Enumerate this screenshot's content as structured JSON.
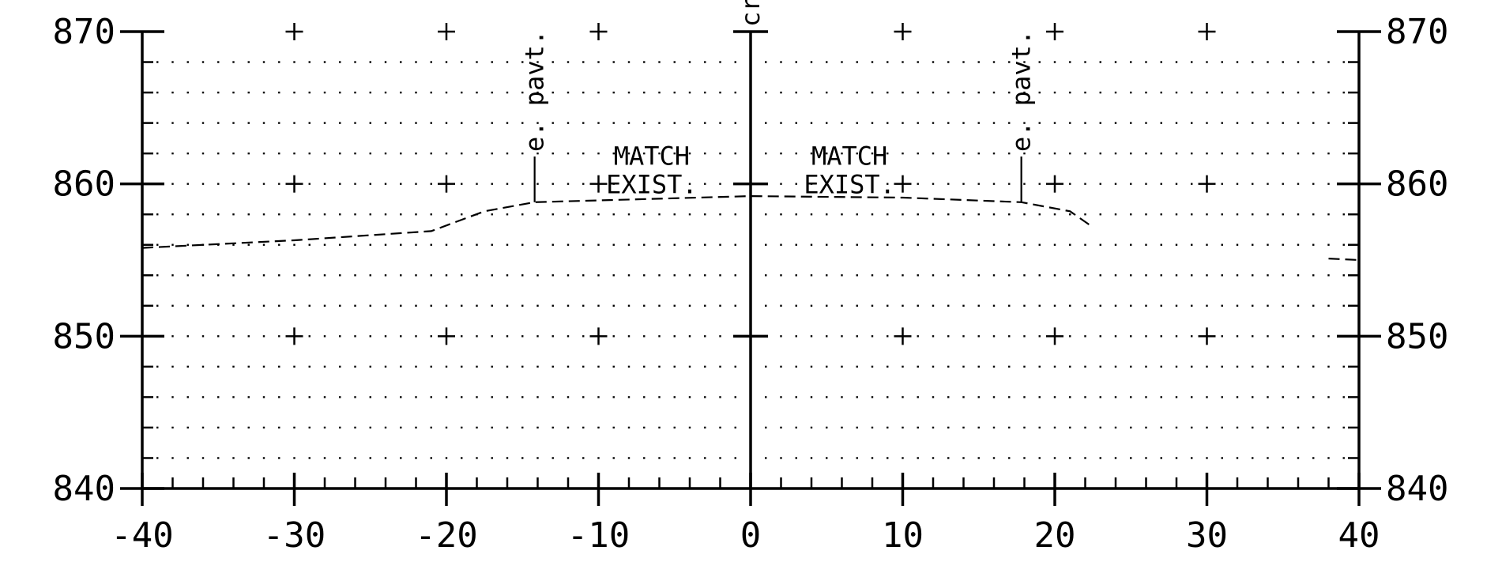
{
  "chart_data": {
    "type": "line",
    "title": "",
    "xlabel": "",
    "ylabel": "",
    "xlim": [
      -40,
      40
    ],
    "ylim": [
      840,
      870
    ],
    "x_ticks": [
      -40,
      -30,
      -20,
      -10,
      0,
      10,
      20,
      30,
      40
    ],
    "x_tick_labels": [
      "-40",
      "-30",
      "-20",
      "-10",
      "0",
      "10",
      "20",
      "30",
      "40"
    ],
    "y_ticks": [
      840,
      850,
      860,
      870
    ],
    "y_tick_labels": [
      "840",
      "850",
      "860",
      "870"
    ],
    "grid": true,
    "grid_dot_spacing_x": 2,
    "grid_dot_spacing_y": 2,
    "grid_crosses_spacing_x": 10,
    "grid_crosses_spacing_y": 10,
    "series": [
      {
        "style": "dashed",
        "x": [
          -40,
          -30,
          -21,
          -17.5,
          -14.2,
          0,
          10,
          17.8,
          21,
          22.3
        ],
        "y": [
          855.8,
          856.3,
          856.9,
          858.2,
          858.8,
          859.2,
          859.1,
          858.8,
          858.2,
          857.3
        ]
      },
      {
        "style": "dashed",
        "x": [
          38,
          40
        ],
        "y": [
          855.1,
          855.0
        ]
      }
    ],
    "vertical_markers": [
      {
        "label": "e. pavt.",
        "x": -14.2,
        "y_bottom": 858.8,
        "y_top": 861.8
      },
      {
        "label": "crown",
        "x": 0,
        "y_bottom": 840,
        "y_top": 870
      },
      {
        "label": "e. pavt.",
        "x": 17.8,
        "y_bottom": 858.8,
        "y_top": 861.8
      }
    ],
    "annotations": [
      {
        "lines": [
          "MATCH",
          "EXIST."
        ],
        "x": -6.5,
        "y": 860
      },
      {
        "lines": [
          "MATCH",
          "EXIST."
        ],
        "x": 6.5,
        "y": 860
      }
    ]
  }
}
